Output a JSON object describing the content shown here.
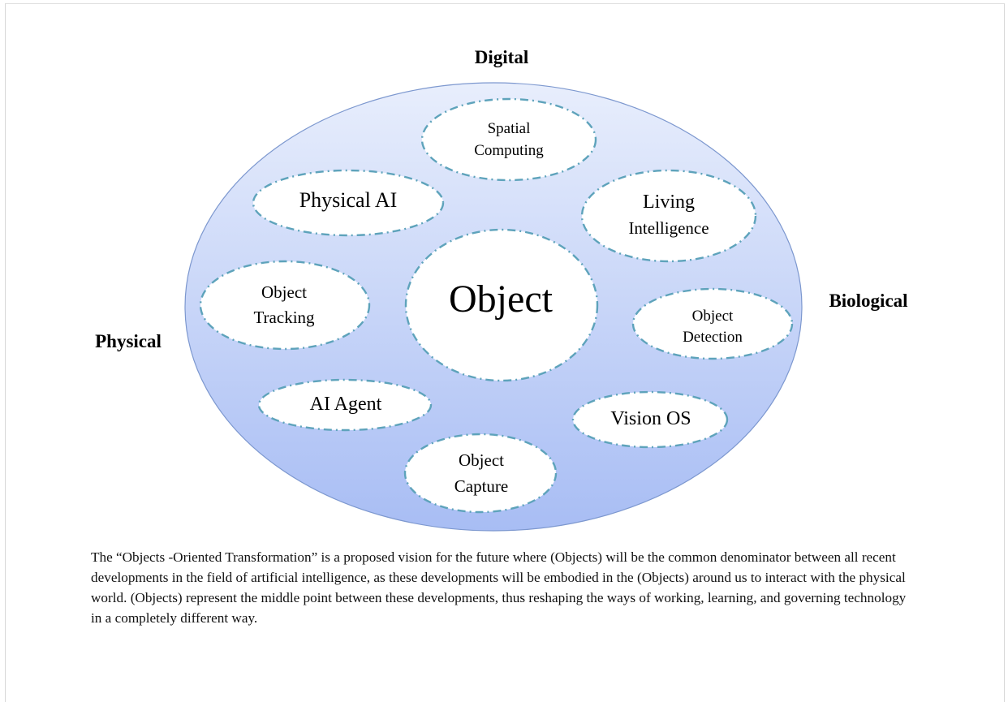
{
  "axes": {
    "top": "Digital",
    "right": "Biological",
    "left": "Physical"
  },
  "center": "Object",
  "bubbles": [
    {
      "line1": "Spatial",
      "line2": "Computing"
    },
    {
      "line1": "Physical AI"
    },
    {
      "line1": "Living",
      "line2": "Intelligence"
    },
    {
      "line1": "Object",
      "line2": "Tracking"
    },
    {
      "line1": "Object",
      "line2": "Detection"
    },
    {
      "line1": "AI Agent"
    },
    {
      "line1": "Vision OS"
    },
    {
      "line1": "Object",
      "line2": "Capture"
    }
  ],
  "caption": "The “Objects -Oriented Transformation” is a proposed vision for the future where (Objects) will be the common denominator between all recent developments in the field of artificial intelligence, as these developments will be embodied in the (Objects) around us to interact with the physical world. (Objects) represent the middle point between these developments, thus reshaping the ways of working, learning, and governing technology in a completely different way.",
  "colors": {
    "outer_top": "#e8eefc",
    "outer_bottom": "#a8bdf4",
    "outer_stroke": "#7d98cf",
    "bubble_stroke": "#5ea3bb"
  }
}
